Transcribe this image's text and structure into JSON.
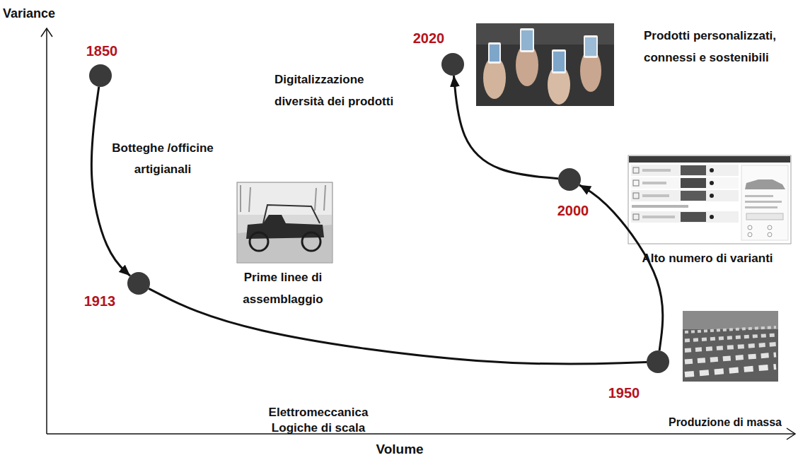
{
  "diagram": {
    "nodes": [
      {
        "text": [
          "1850"
        ]
      },
      {
        "text": [
          "1913"
        ]
      },
      {
        "text": [
          "1950"
        ]
      },
      {
        "text": [
          "2000"
        ]
      },
      {
        "text": [
          "2020"
        ]
      }
    ],
    "edges": [
      {
        "from": 0,
        "to": 1,
        "arrow": "to",
        "label": "Botteghe /officine artigianali"
      },
      {
        "from": 1,
        "to": 2,
        "arrow": "none",
        "label": "Elettromeccanica Logiche di scala"
      },
      {
        "from": 2,
        "to": 3,
        "arrow": "to"
      },
      {
        "from": 3,
        "to": 4,
        "arrow": "to",
        "label": "Digitalizzazione diversità dei prodotti"
      }
    ],
    "labels": [
      "Variance",
      "Volume",
      "Produzione di massa",
      "Prime linee di assemblaggio",
      "Alto numero di varianti",
      "Prodotti personalizzati, connessi e sostenibili"
    ]
  }
}
